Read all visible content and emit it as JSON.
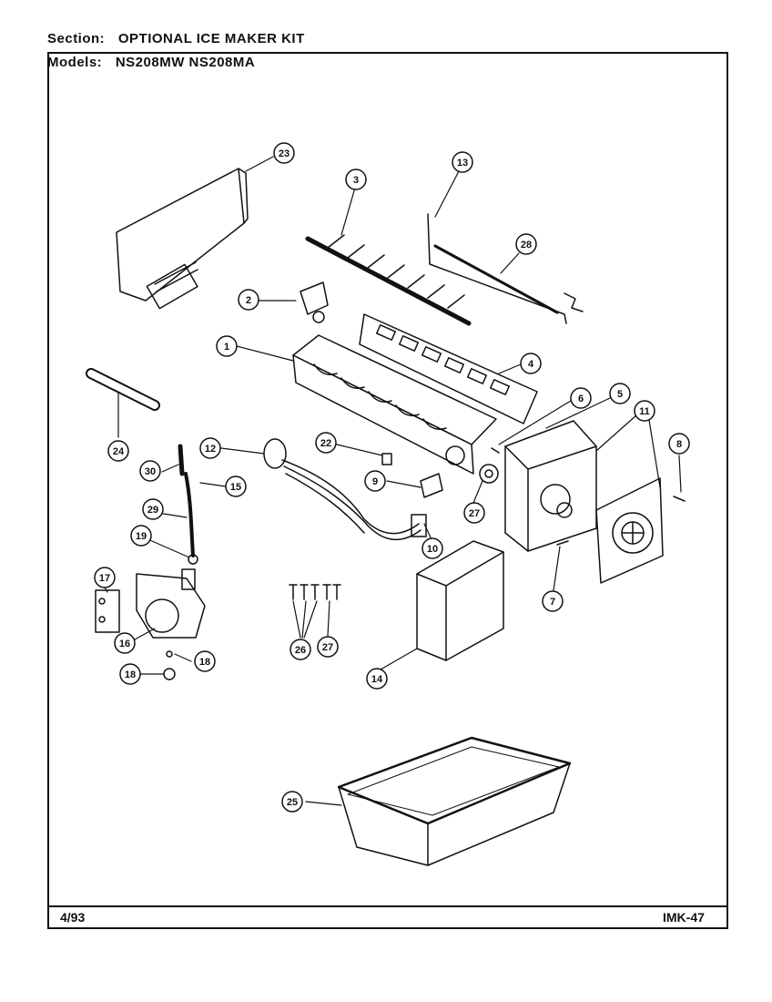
{
  "header": {
    "section_label": "Section:",
    "section_value": "OPTIONAL ICE MAKER KIT",
    "models_label": "Models:",
    "models_value": "NS208MW NS208MA"
  },
  "footer": {
    "date": "4/93",
    "page_code": "IMK-47"
  },
  "callouts": [
    "23",
    "3",
    "13",
    "28",
    "2",
    "1",
    "4",
    "6",
    "5",
    "11",
    "8",
    "24",
    "12",
    "22",
    "30",
    "15",
    "9",
    "29",
    "27",
    "19",
    "10",
    "7",
    "17",
    "14",
    "16",
    "18",
    "26",
    "27",
    "18",
    "25"
  ]
}
